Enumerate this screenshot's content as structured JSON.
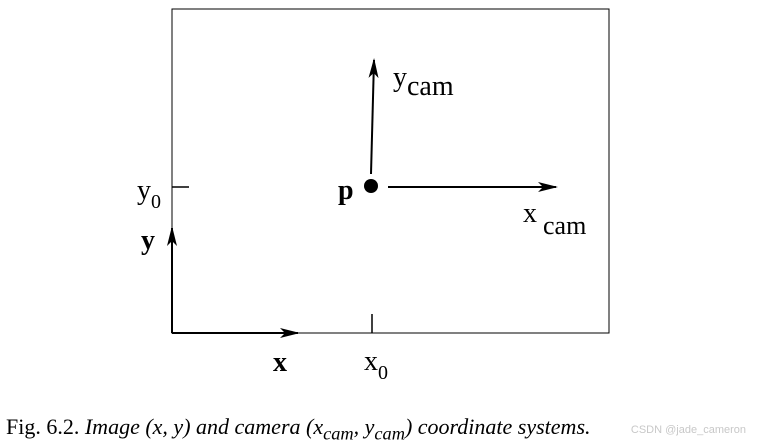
{
  "labels": {
    "x": "x",
    "y": "y",
    "x0_base": "x",
    "x0_sub": "0",
    "y0_base": "y",
    "y0_sub": "0",
    "xcam_base": "x",
    "xcam_sub": "cam",
    "ycam_base": "y",
    "ycam_sub": "cam",
    "p": "p"
  },
  "caption": {
    "prefix": "Fig. 6.2.",
    "t1": "Image",
    "t2": "(x, y)",
    "t3": "and camera",
    "t4": "(x",
    "t5": "cam",
    "t6": ", y",
    "t7": "cam",
    "t8": ")",
    "t9": "coordinate systems."
  },
  "watermark": "CSDN @jade_cameron"
}
